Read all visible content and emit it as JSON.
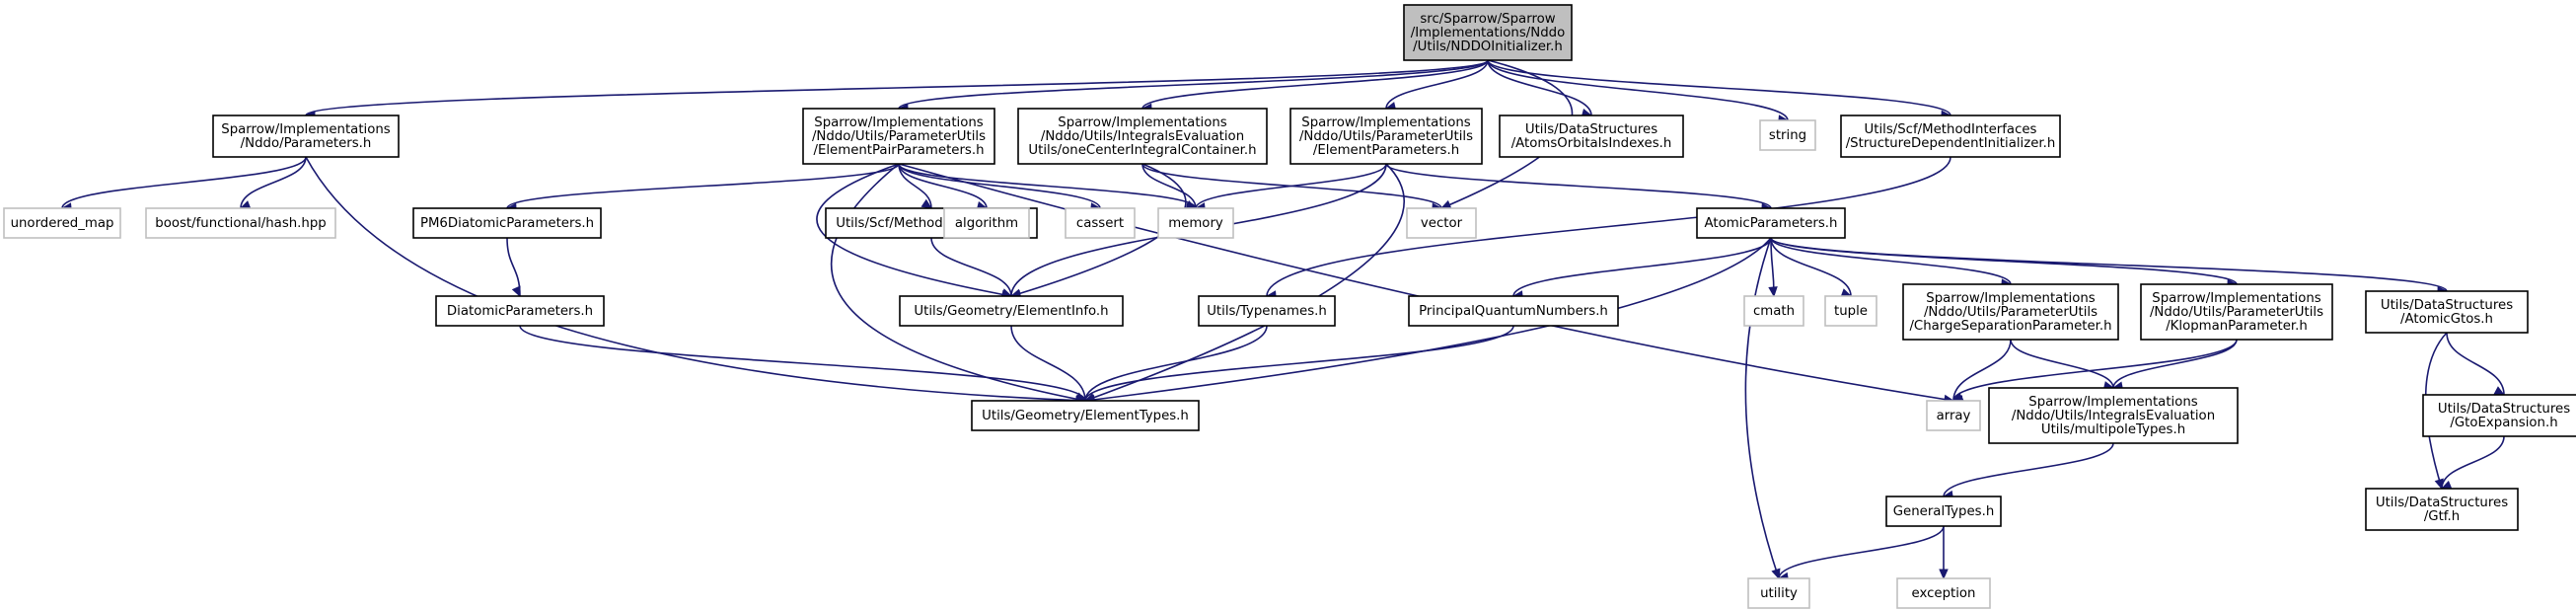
{
  "nodes": {
    "root": "src/Sparrow/Sparrow\n/Implementations/Nddo\n/Utils/NDDOInitializer.h",
    "parameters": "Sparrow/Implementations\n/Nddo/Parameters.h",
    "elementPair": "Sparrow/Implementations\n/Nddo/Utils/ParameterUtils\n/ElementPairParameters.h",
    "oneCenter": "Sparrow/Implementations\n/Nddo/Utils/IntegralsEvaluation\nUtils/oneCenterIntegralContainer.h",
    "elementParams": "Sparrow/Implementations\n/Nddo/Utils/ParameterUtils\n/ElementParameters.h",
    "atomsOrbitals": "Utils/DataStructures\n/AtomsOrbitalsIndexes.h",
    "string": "string",
    "structureDep": "Utils/Scf/MethodInterfaces\n/StructureDependentInitializer.h",
    "unordered_map": "unordered_map",
    "hash": "boost/functional/hash.hpp",
    "pm6": "PM6DiatomicParameters.h",
    "methodExceptions": "Utils/Scf/MethodExceptions.h",
    "algorithm": "algorithm",
    "cassert": "cassert",
    "memory": "memory",
    "vector": "vector",
    "atomicParams": "AtomicParameters.h",
    "diatomic": "DiatomicParameters.h",
    "elementInfo": "Utils/Geometry/ElementInfo.h",
    "typenames": "Utils/Typenames.h",
    "pqn": "PrincipalQuantumNumbers.h",
    "cmath": "cmath",
    "tuple": "tuple",
    "chargeSep": "Sparrow/Implementations\n/Nddo/Utils/ParameterUtils\n/ChargeSeparationParameter.h",
    "klopman": "Sparrow/Implementations\n/Nddo/Utils/ParameterUtils\n/KlopmanParameter.h",
    "atomicGtos": "Utils/DataStructures\n/AtomicGtos.h",
    "elementTypes": "Utils/Geometry/ElementTypes.h",
    "array": "array",
    "multipole": "Sparrow/Implementations\n/Nddo/Utils/IntegralsEvaluation\nUtils/multipoleTypes.h",
    "gtoExpansion": "Utils/DataStructures\n/GtoExpansion.h",
    "generalTypes": "GeneralTypes.h",
    "gtf": "Utils/DataStructures\n/Gtf.h",
    "utility": "utility",
    "exception": "exception"
  },
  "colors": {
    "edge": "#191970",
    "external_border": "#bfbfbf",
    "root_fill": "#bfbfbf",
    "node_border": "#000000"
  }
}
